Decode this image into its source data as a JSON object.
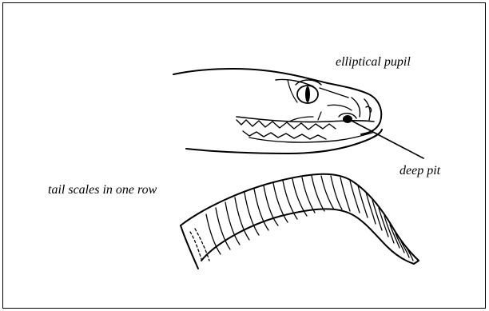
{
  "labels": {
    "elliptical_pupil": "elliptical pupil",
    "deep_pit": "deep pit",
    "tail_scales": "tail scales in one row"
  }
}
